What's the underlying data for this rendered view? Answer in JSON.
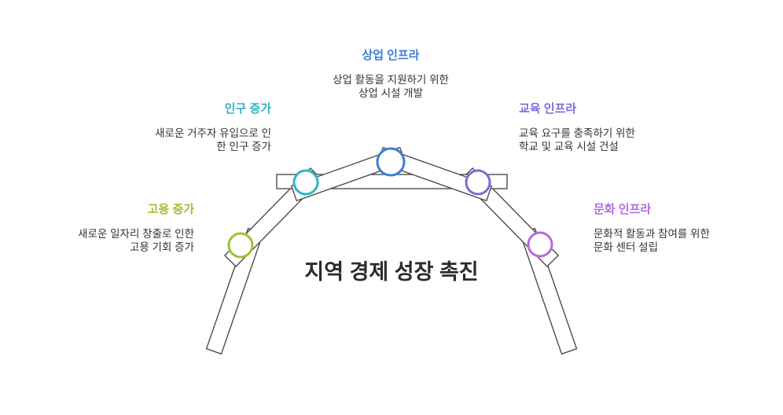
{
  "title": "지역 경제 성장 촉진",
  "structure_color": "#4d4d4d",
  "branches": [
    {
      "id": "employment",
      "label": "고용 증가",
      "desc": "새로운 일자리 창출로 인한\n고용 기회 증가",
      "color": "#9cc232"
    },
    {
      "id": "population",
      "label": "인구 증가",
      "desc": "새로운 거주자 유입으로 인\n한 인구 증가",
      "color": "#2eb3c9"
    },
    {
      "id": "commerce",
      "label": "상업 인프라",
      "desc": "상업 활동을 지원하기 위한\n상업 시설 개발",
      "color": "#3b7ed6"
    },
    {
      "id": "education",
      "label": "교육 인프라",
      "desc": "교육 요구를 충족하기 위한\n학교 및 교육 시설 건설",
      "color": "#7b6cd9"
    },
    {
      "id": "culture",
      "label": "문화 인프라",
      "desc": "문화적 활동과 참여를 위한\n문화 센터 설립",
      "color": "#b46ae0"
    }
  ]
}
